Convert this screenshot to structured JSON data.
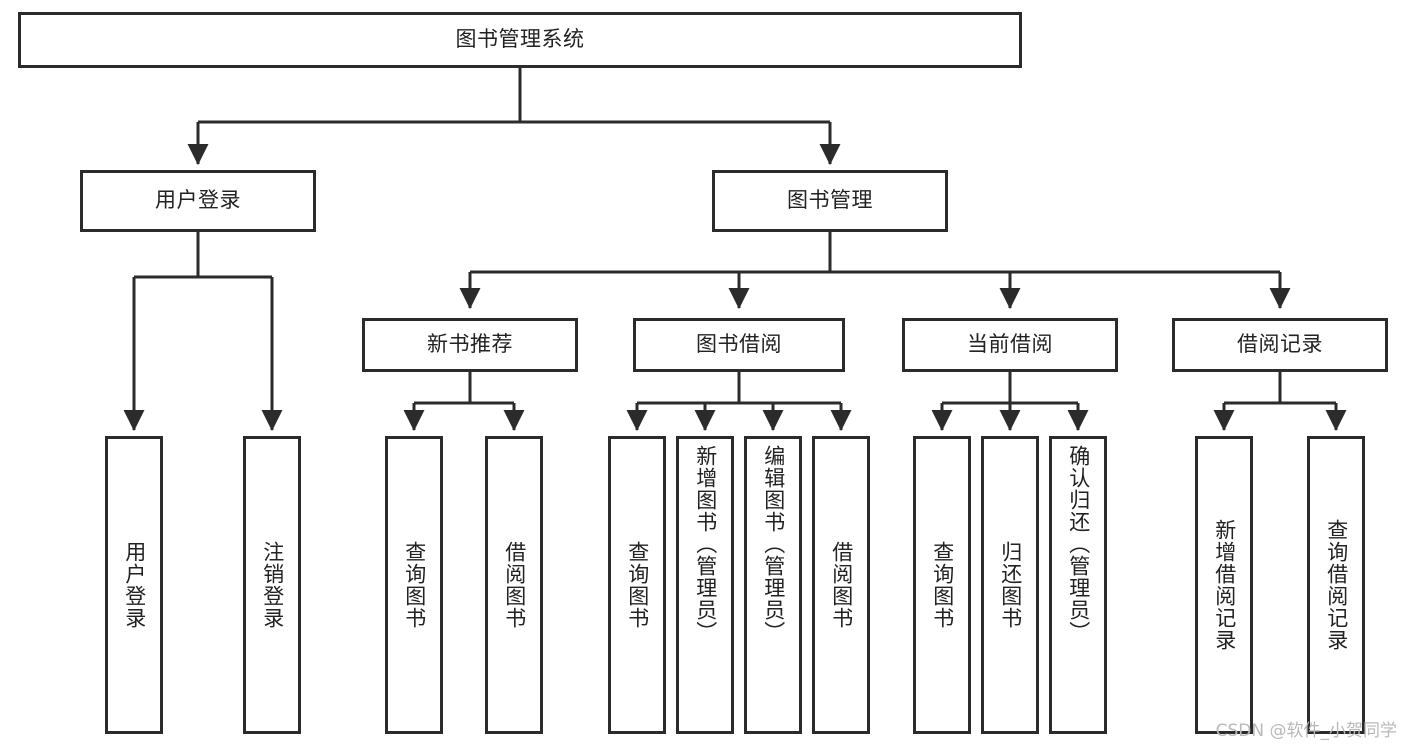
{
  "diagram": {
    "title": "图书管理系统",
    "type": "tree-hierarchy-diagram",
    "colors": {
      "stroke": "#2b2b2b",
      "fill": "#ffffff",
      "text": "#222222",
      "watermark": "#b9b9b9"
    },
    "root": {
      "label": "图书管理系统"
    },
    "level2": [
      {
        "label": "用户登录"
      },
      {
        "label": "图书管理"
      }
    ],
    "level3": [
      {
        "label": "新书推荐"
      },
      {
        "label": "图书借阅"
      },
      {
        "label": "当前借阅"
      },
      {
        "label": "借阅记录"
      }
    ],
    "leaves": {
      "user_login": [
        {
          "label": "用户登录"
        },
        {
          "label": "注销登录"
        }
      ],
      "new_book_recommend": [
        {
          "label": "查询图书"
        },
        {
          "label": "借阅图书"
        }
      ],
      "book_borrow": [
        {
          "label": "查询图书"
        },
        {
          "label": "新增图书（管理员）"
        },
        {
          "label": "编辑图书（管理员）"
        },
        {
          "label": "借阅图书"
        }
      ],
      "current_borrow": [
        {
          "label": "查询图书"
        },
        {
          "label": "归还图书"
        },
        {
          "label": "确认归还（管理员）"
        }
      ],
      "borrow_record": [
        {
          "label": "新增借阅记录"
        },
        {
          "label": "查询借阅记录"
        }
      ]
    }
  },
  "watermark": {
    "text": "CSDN @软件_小贺同学"
  }
}
